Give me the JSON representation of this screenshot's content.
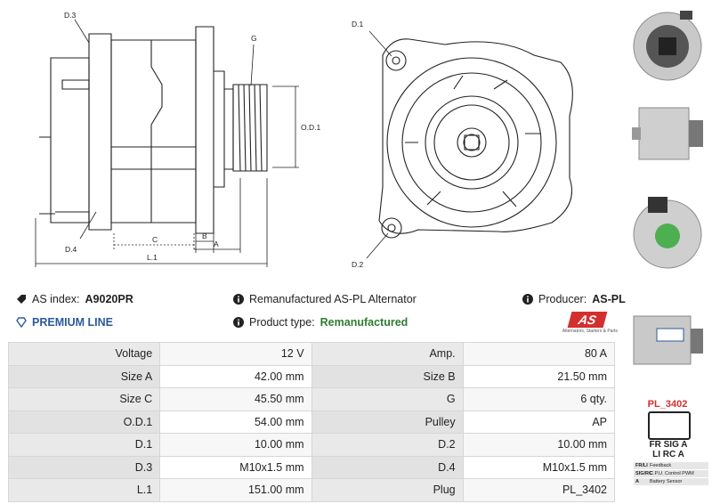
{
  "drawing_labels": {
    "d3": "D.3",
    "g": "G",
    "od1": "O.D.1",
    "d4": "D.4",
    "c": "C",
    "b": "B",
    "a": "A",
    "l1": "L.1",
    "d1": "D.1",
    "d2": "D.2"
  },
  "info": {
    "as_index_label": "AS index:",
    "as_index_value": "A9020PR",
    "description": "Remanufactured AS-PL Alternator",
    "producer_label": "Producer:",
    "producer_value": "AS-PL",
    "premium": "PREMIUM LINE",
    "product_type_label": "Product type:",
    "product_type_value": "Remanufactured"
  },
  "logo": {
    "mark": "AS",
    "tagline": "Alternators, Starters & Parts"
  },
  "specs": [
    {
      "l1": "Voltage",
      "v1": "12 V",
      "l2": "Amp.",
      "v2": "80 A"
    },
    {
      "l1": "Size A",
      "v1": "42.00 mm",
      "l2": "Size B",
      "v2": "21.50 mm"
    },
    {
      "l1": "Size C",
      "v1": "45.50 mm",
      "l2": "G",
      "v2": "6 qty."
    },
    {
      "l1": "O.D.1",
      "v1": "54.00 mm",
      "l2": "Pulley",
      "v2": "AP"
    },
    {
      "l1": "D.1",
      "v1": "10.00 mm",
      "l2": "D.2",
      "v2": "10.00 mm"
    },
    {
      "l1": "D.3",
      "v1": "M10x1.5 mm",
      "l2": "D.4",
      "v2": "M10x1.5 mm"
    },
    {
      "l1": "L.1",
      "v1": "151.00 mm",
      "l2": "Plug",
      "v2": "PL_3402"
    }
  ],
  "plug": {
    "title": "PL_3402",
    "pins_row1": "FR SIG A",
    "pins_row2": "LI  RC  A",
    "legend": [
      {
        "code": "FR/LI",
        "desc": "Feedback"
      },
      {
        "code": "SIG/RC",
        "desc": "C.P.U. Control PWM"
      },
      {
        "code": "A",
        "desc": "Battery Sensor"
      }
    ]
  },
  "colors": {
    "accent_red": "#d32f2f",
    "premium_blue": "#2a5a9a",
    "product_green": "#2e7d32"
  }
}
